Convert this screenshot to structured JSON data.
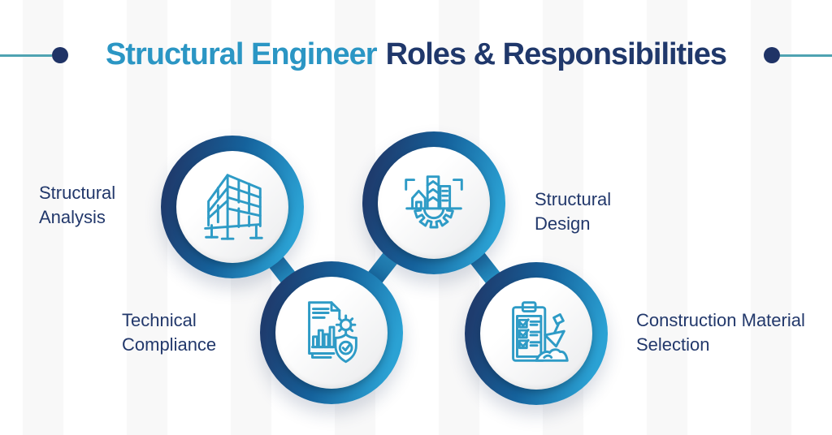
{
  "title": {
    "highlight": "Structural Engineer",
    "rest": "Roles & Responsibilities"
  },
  "roles": [
    {
      "id": "structural-analysis",
      "label": "Structural Analysis",
      "icon": "building-frame-icon"
    },
    {
      "id": "structural-design",
      "label": "Structural Design",
      "icon": "city-gear-icon"
    },
    {
      "id": "technical-compliance",
      "label": "Technical Compliance",
      "icon": "document-shield-icon"
    },
    {
      "id": "construction-material-selection",
      "label": "Construction Material Selection",
      "icon": "clipboard-trowel-icon"
    }
  ],
  "colors": {
    "accent_cyan": "#2b96c4",
    "navy": "#20386b",
    "icon_stroke": "#2e9bc6",
    "ring_gradient_start": "#1e3c6e",
    "ring_gradient_mid": "#15629c",
    "ring_gradient_end": "#2ba2d4",
    "divider_teal": "#4fa3b2",
    "stripe_gray": "#f7f7f8"
  }
}
